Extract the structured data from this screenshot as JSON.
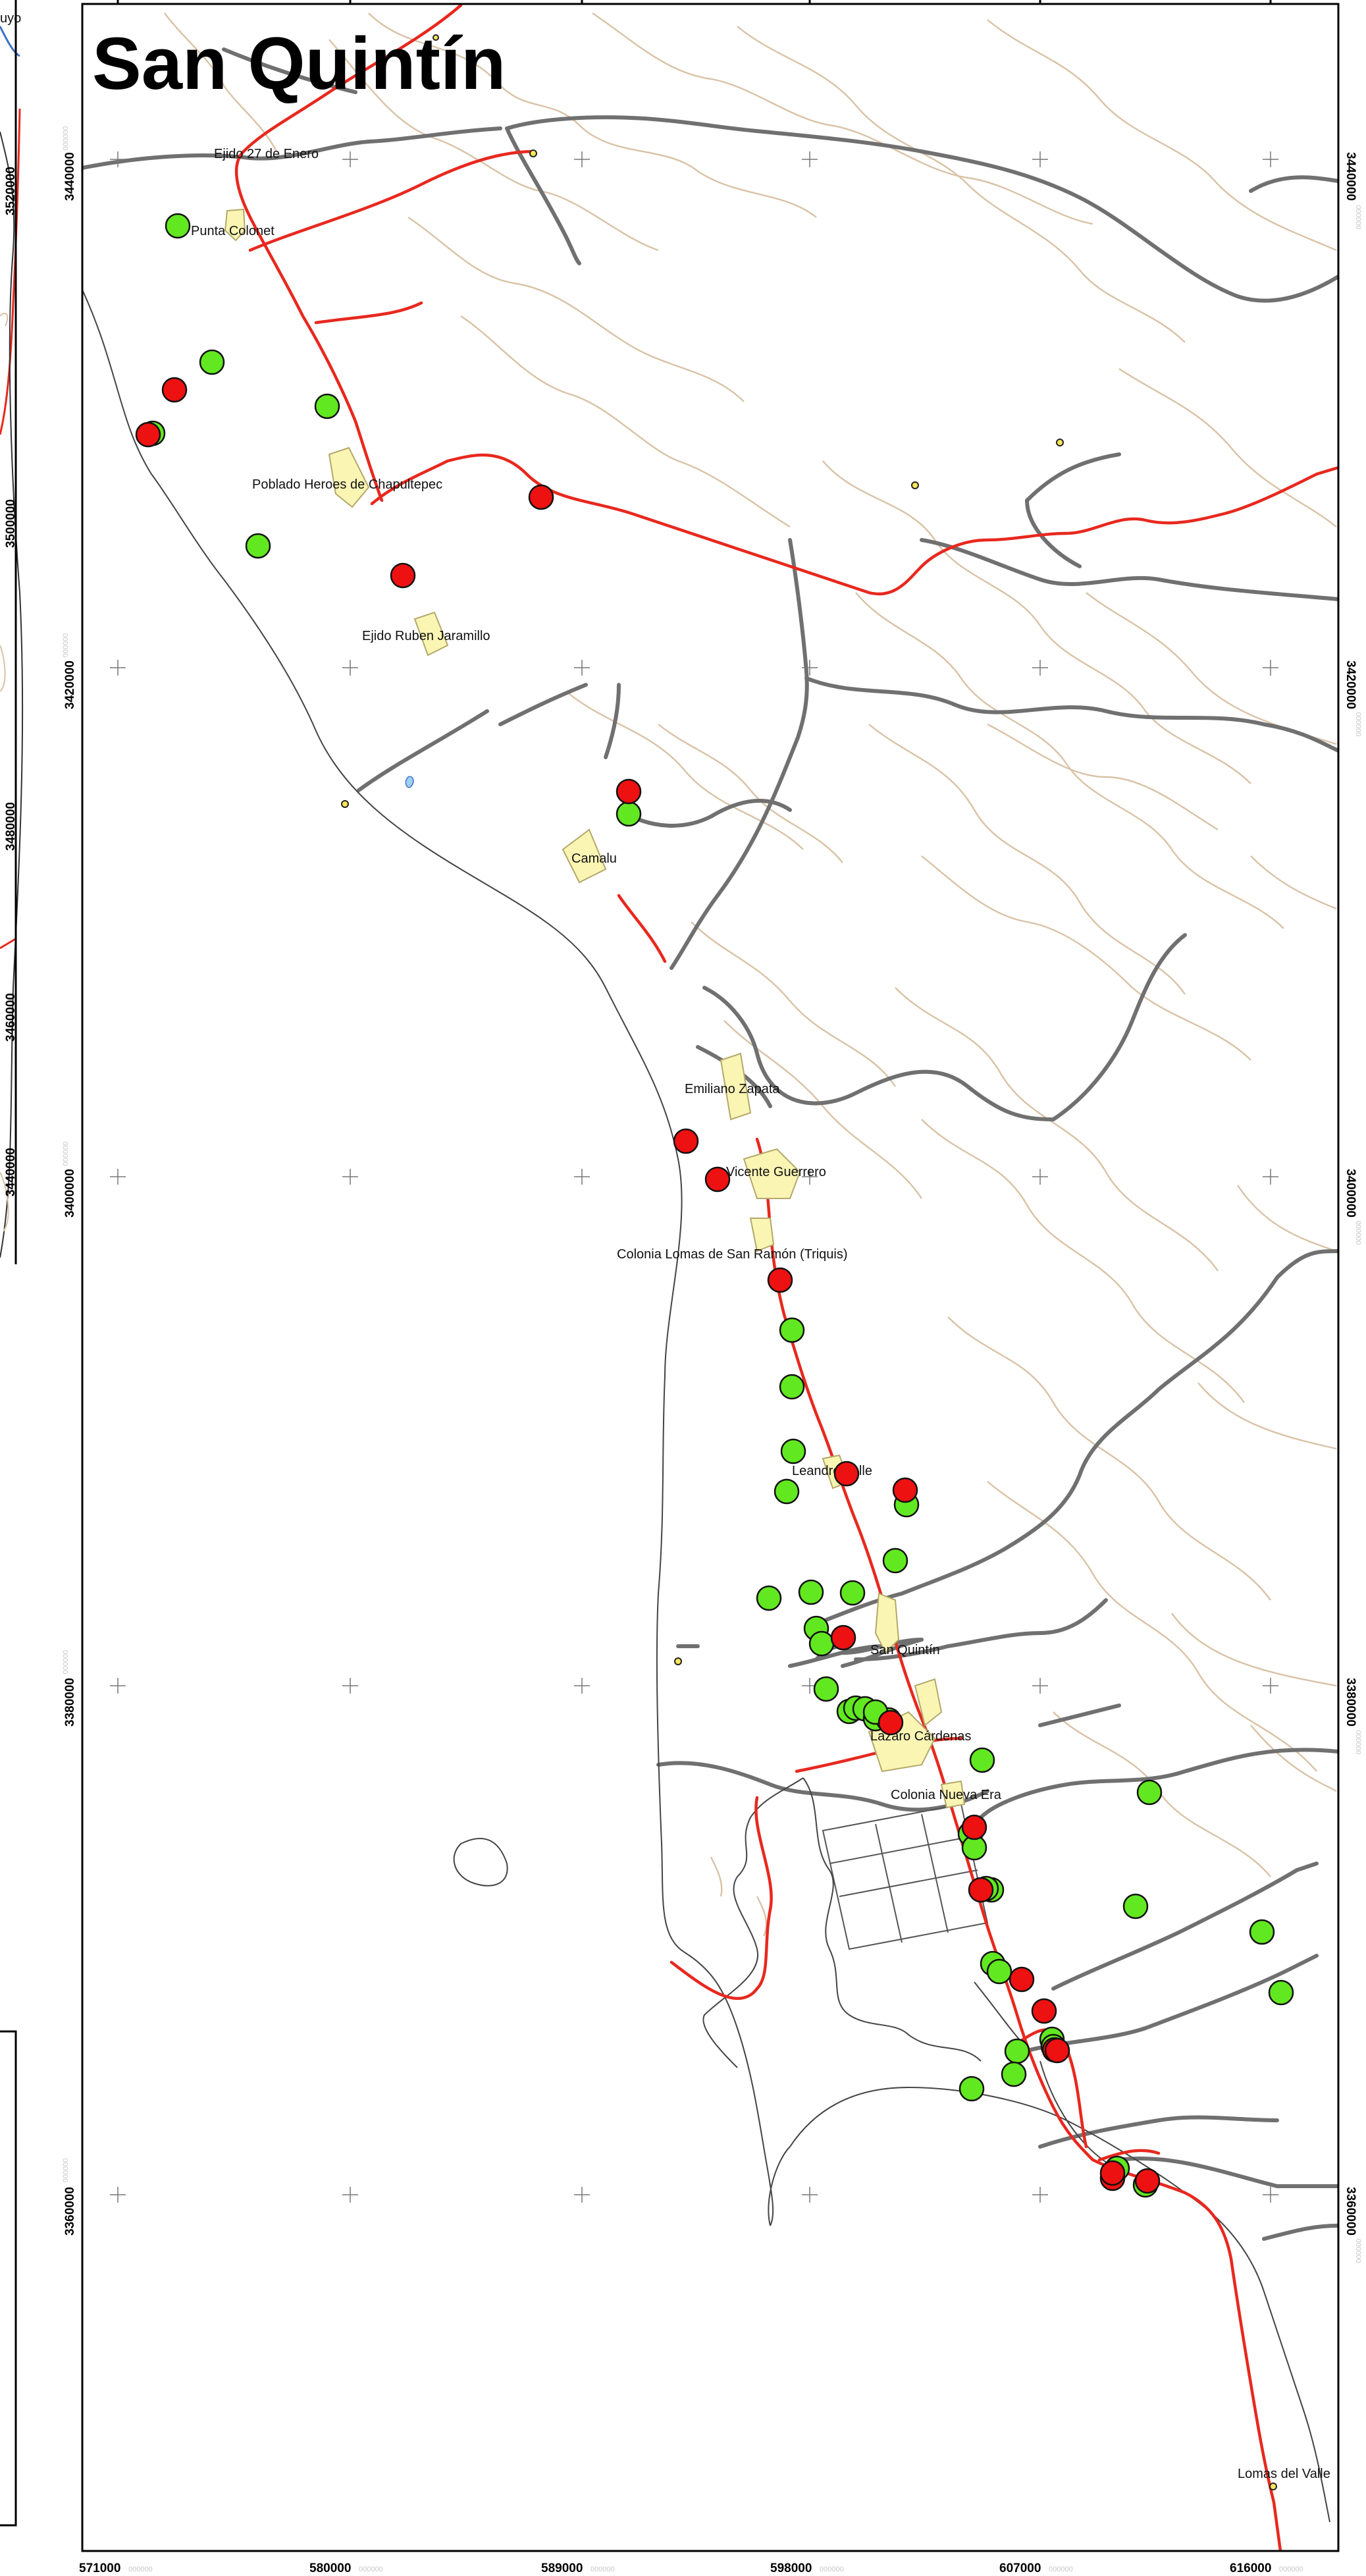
{
  "map": {
    "title": "San Quintín",
    "colors": {
      "background": "#ffffff",
      "contour": "#d9c2a6",
      "road_primary": "#e8281e",
      "road_secondary": "#707070",
      "coast": "#444444",
      "town_fill": "#fbf5b4",
      "town_stroke": "#b3a86a",
      "point_green": "#62e820",
      "point_red": "#ee1111",
      "grid_cross": "#777777",
      "frame": "#000000"
    },
    "x_ticks": [
      "571000",
      "580000",
      "589000",
      "598000",
      "607000",
      "616000"
    ],
    "y_ticks_left": [
      "3440000",
      "3420000",
      "3400000",
      "3380000",
      "3360000"
    ],
    "y_ticks_right": [
      "3440000",
      "3420000",
      "3400000",
      "3380000",
      "3360000"
    ],
    "inset_y_ticks": [
      "3520000",
      "3500000",
      "3480000",
      "3460000",
      "3440000"
    ],
    "faint_tick_suffix": "000000",
    "partial_text_top_left": "uyo",
    "places": [
      {
        "id": "ejido-27",
        "name": "Ejido 27 de Enero"
      },
      {
        "id": "punta-colonet",
        "name": "Punta Colonet"
      },
      {
        "id": "heroes",
        "name": "Poblado Heroes de Chapultepec"
      },
      {
        "id": "ruben",
        "name": "Ejido Ruben Jaramillo"
      },
      {
        "id": "camalu",
        "name": "Camalu"
      },
      {
        "id": "zapata",
        "name": "Emiliano Zapata"
      },
      {
        "id": "guerrero",
        "name": "Vicente Guerrero"
      },
      {
        "id": "triquis",
        "name": "Colonia Lomas de San Ramón (Triquis)"
      },
      {
        "id": "leandro",
        "name": "Leandro Valle"
      },
      {
        "id": "sanquintin",
        "name": "San Quintín"
      },
      {
        "id": "cardenas",
        "name": "Lazaro Cárdenas"
      },
      {
        "id": "nuevaera",
        "name": "Colonia Nueva Era"
      },
      {
        "id": "lomasvalle",
        "name": "Lomas del Valle"
      }
    ],
    "points": {
      "green_count": 52,
      "red_count": 21
    }
  }
}
